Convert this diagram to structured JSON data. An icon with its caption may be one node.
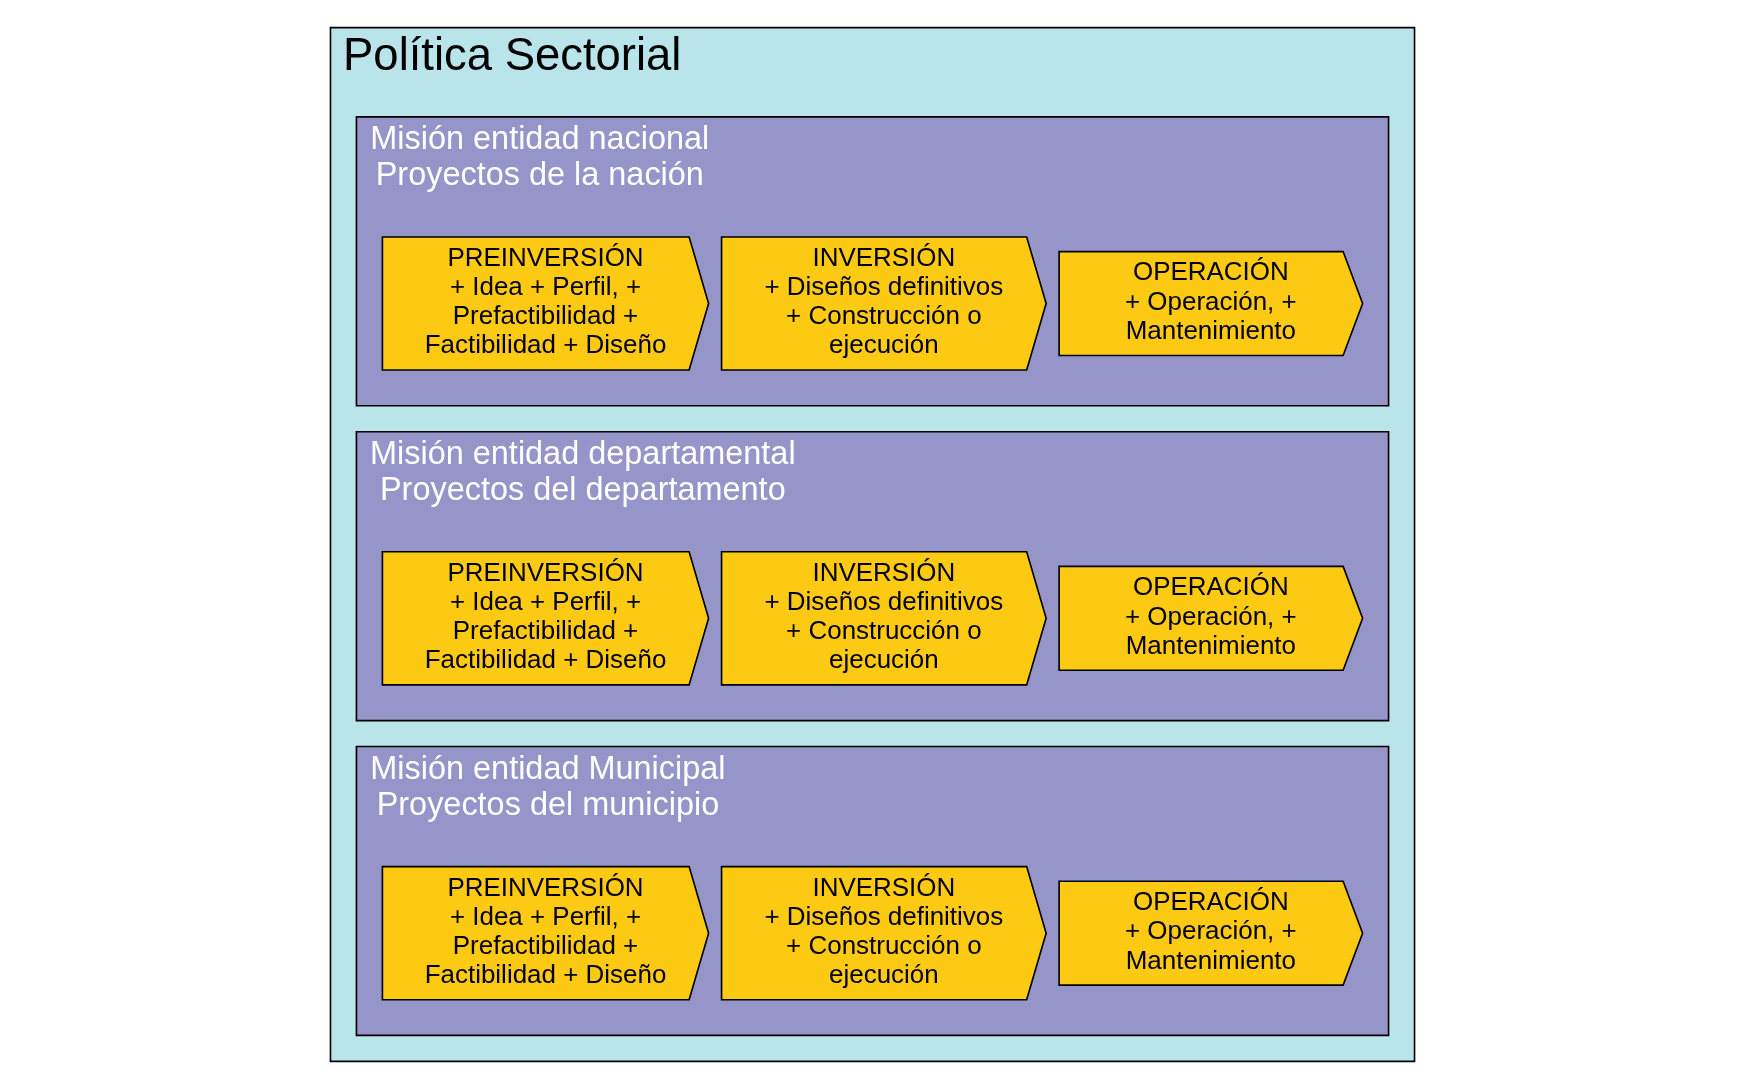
{
  "diagram": {
    "nodes": [
      {
        "text": [
          "Política Sectorial"
        ]
      },
      {
        "text": [
          "Misión entidad nacional",
          "Proyectos de la nación"
        ],
        "in": 0
      },
      {
        "text": [
          "PREINVERSIÓN",
          "+ Idea + Perfil, + Prefactibilidad + Factibilidad + Diseño"
        ],
        "in": 1
      },
      {
        "text": [
          "INVERSIÓN",
          "+ Diseños definitivos + Construcción o ejecución"
        ],
        "in": 1
      },
      {
        "text": [
          "OPERACIÓN",
          "+ Operación, + Mantenimiento"
        ],
        "in": 1
      },
      {
        "text": [
          "Misión entidad departamental",
          "Proyectos del departamento"
        ],
        "in": 0
      },
      {
        "text": [
          "PREINVERSIÓN",
          "+ Idea + Perfil, + Prefactibilidad + Factibilidad + Diseño"
        ],
        "in": 5
      },
      {
        "text": [
          "INVERSIÓN",
          "+ Diseños definitivos + Construcción o ejecución"
        ],
        "in": 5
      },
      {
        "text": [
          "OPERACIÓN",
          "+ Operación, + Mantenimiento"
        ],
        "in": 5
      },
      {
        "text": [
          "Misión entidad Municipal",
          "Proyectos del municipio"
        ],
        "in": 0
      },
      {
        "text": [
          "PREINVERSIÓN",
          "+ Idea + Perfil, + Prefactibilidad + Factibilidad + Diseño"
        ],
        "in": 9
      },
      {
        "text": [
          "INVERSIÓN",
          "+ Diseños definitivos + Construcción o ejecución"
        ],
        "in": 9
      },
      {
        "text": [
          "OPERACIÓN",
          "+ Operación, + Mantenimiento"
        ],
        "in": 9
      }
    ]
  }
}
